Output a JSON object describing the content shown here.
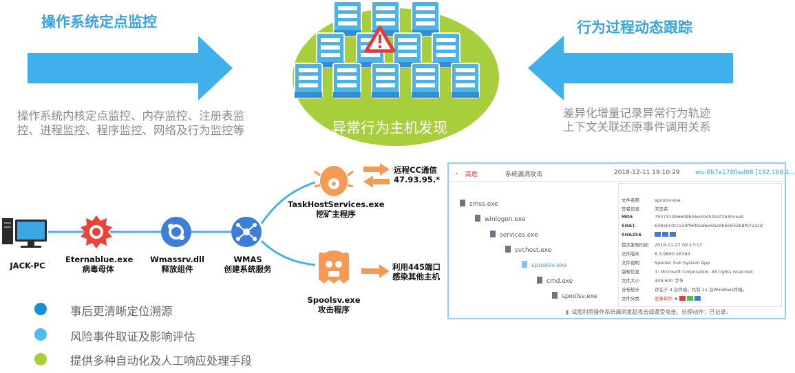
{
  "left_title": "操作系统定点监控",
  "right_title": "行为过程动态跟踪",
  "left_desc": [
    "操作系统内核定点监控、内存监控、注册表监",
    "控、进程监控、程序监控、网络及行为监控等"
  ],
  "right_desc": [
    "差异化增量记录异常行为轨迹",
    "上下文关联还原事件调用关系"
  ],
  "center_caption": "异常行为主机发现",
  "nodes": {
    "jack_pc": "JACK-PC",
    "eternalblue": [
      "Eternablue.exe",
      "病毒母体"
    ],
    "wmassrv": [
      "Wmassrv.dll",
      "释放组件"
    ],
    "wmas": [
      "WMAS",
      "创建系统服务"
    ],
    "taskhost": [
      "TaskHostServices.exe",
      "挖矿主程序"
    ],
    "spoolsv": [
      "Spoolsv.exe",
      "攻击程序"
    ]
  },
  "cc_label": [
    "远程CC通信",
    "47.93.95.*"
  ],
  "infect_label": [
    "利用445端口",
    "感染其他主机"
  ],
  "bullets": [
    {
      "text": "事后更清晰定位溯源",
      "color": "#1a8fd6"
    },
    {
      "text": "风险事件取证及影响评估",
      "color": "#4dbdf0"
    },
    {
      "text": "提供多种自动化及人工响应处理手段",
      "color": "#a8cf3a"
    }
  ],
  "panel": {
    "level": "高危",
    "type": "系统漏洞攻击",
    "time": "2018-12-11 19:10:29",
    "host": "wu-8b7e1780ad08 [192.168.1...",
    "tree": [
      "smss.exe",
      "winlogon.exe",
      "services.exe",
      "svchost.exe",
      "spoolsv.exe",
      "cmd.exe",
      "spoolsv.exe"
    ],
    "info": [
      {
        "k": "文件名称",
        "v": "spoolsv.exe"
      },
      {
        "k": "签名信息",
        "v": "未签名"
      },
      {
        "k": "MD5",
        "v": "7927312b6649b26e3d45294f1b30cea0"
      },
      {
        "k": "SHA1",
        "v": "638a0c0cca34f96f9ad6e5b2db65932b8f072acd"
      },
      {
        "k": "SHA256",
        "v": ""
      },
      {
        "k": "首次发现时间",
        "v": "2018-11-27 09:13:17"
      },
      {
        "k": "文件版本",
        "v": "6.3.9600.16384"
      },
      {
        "k": "文件说明",
        "v": "Spooler Sub System App"
      },
      {
        "k": "版权信息",
        "v": "© Microsoft Corporation. All rights reserved."
      },
      {
        "k": "文件大小",
        "v": "409,600 字节"
      },
      {
        "k": "分布统计",
        "v": "存在于 4 台终端，共有 11 台Windows终端。"
      },
      {
        "k": "文件分类",
        "v": "恶意软件"
      }
    ],
    "footer": "试图利用操作系统漏洞发起攻击或遭受攻击。处理动作：已记录。"
  },
  "colors": {
    "accent_blue": "#38a3e0",
    "arrow_blue": "#3fb0ec",
    "ellipse_green": "#a7cf3c",
    "server_blue": "#4ab3ea",
    "threat_orange": "#f49a54",
    "virus_red": "#e8443a"
  }
}
